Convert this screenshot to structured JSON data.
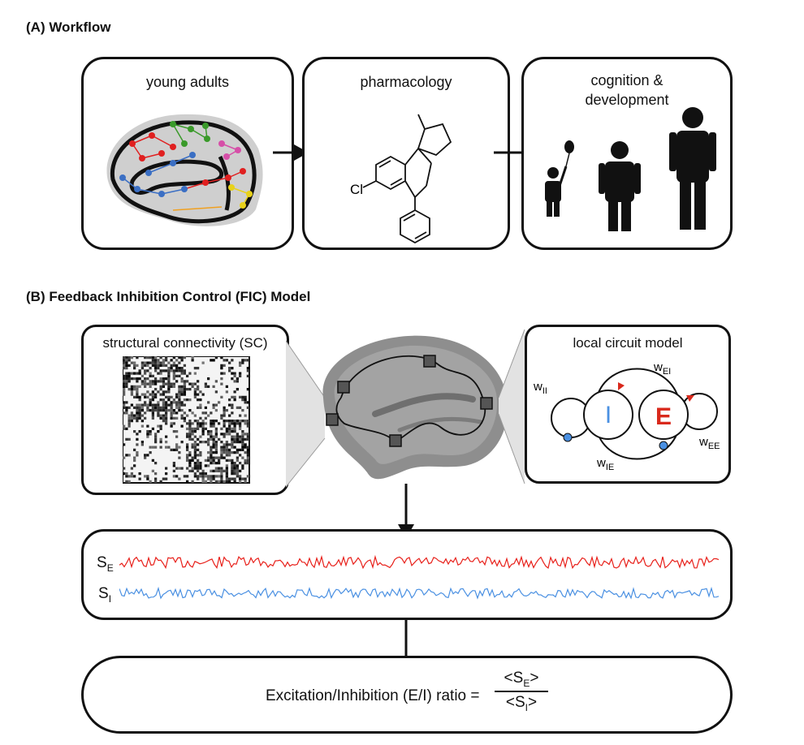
{
  "section_a": {
    "title": "(A) Workflow",
    "panels": [
      {
        "label": "young adults"
      },
      {
        "label": "pharmacology"
      },
      {
        "label": "cognition &\ndevelopment"
      }
    ],
    "molecule_label": "Cl"
  },
  "section_b": {
    "title": "(B) Feedback Inhibition Control (FIC) Model",
    "sc_label": "structural connectivity (SC)",
    "circuit": {
      "label": "local circuit model",
      "node_i": "I",
      "node_e": "E",
      "w_ii": "w",
      "w_ii_sub": "II",
      "w_ei": "w",
      "w_ei_sub": "EI",
      "w_ee": "w",
      "w_ee_sub": "EE",
      "w_ie": "w",
      "w_ie_sub": "IE"
    },
    "signals": {
      "se_main": "S",
      "se_sub": "E",
      "si_main": "S",
      "si_sub": "I",
      "se_color": "#e8201a",
      "si_color": "#4a90e2"
    },
    "ratio": {
      "text": "Excitation/Inhibition (E/I) ratio =",
      "numerator": "<S",
      "numerator_sub": "E",
      "numerator_end": ">",
      "denominator": "<S",
      "denominator_sub": "I",
      "denominator_end": ">"
    }
  },
  "colors": {
    "accent_red": "#d9291c",
    "node_blue": "#4a90e2"
  }
}
